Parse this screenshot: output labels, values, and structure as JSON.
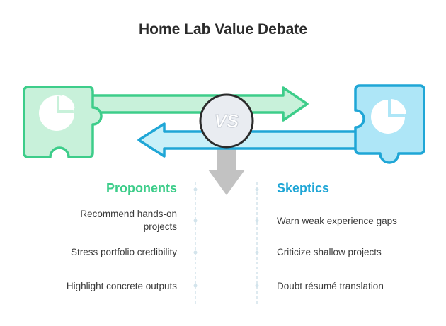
{
  "title": "Home Lab Value Debate",
  "colors": {
    "proponent": "#3dcd8a",
    "proponent_fill": "#c8f1da",
    "skeptic": "#1fa6d6",
    "skeptic_fill": "#aee6f7",
    "guide": "#d3e4ec",
    "vs_circle": "#e9ecf1",
    "down_arrow": "#c2c2c2"
  },
  "center_icon": "vs-badge-icon",
  "left": {
    "heading": "Proponents",
    "icon": "pie-chart-icon",
    "items": [
      "Recommend hands-on projects",
      "Stress portfolio credibility",
      "Highlight concrete outputs"
    ]
  },
  "right": {
    "heading": "Skeptics",
    "icon": "pie-chart-icon",
    "items": [
      "Warn weak experience gaps",
      "Criticize shallow projects",
      "Doubt résumé translation"
    ]
  }
}
